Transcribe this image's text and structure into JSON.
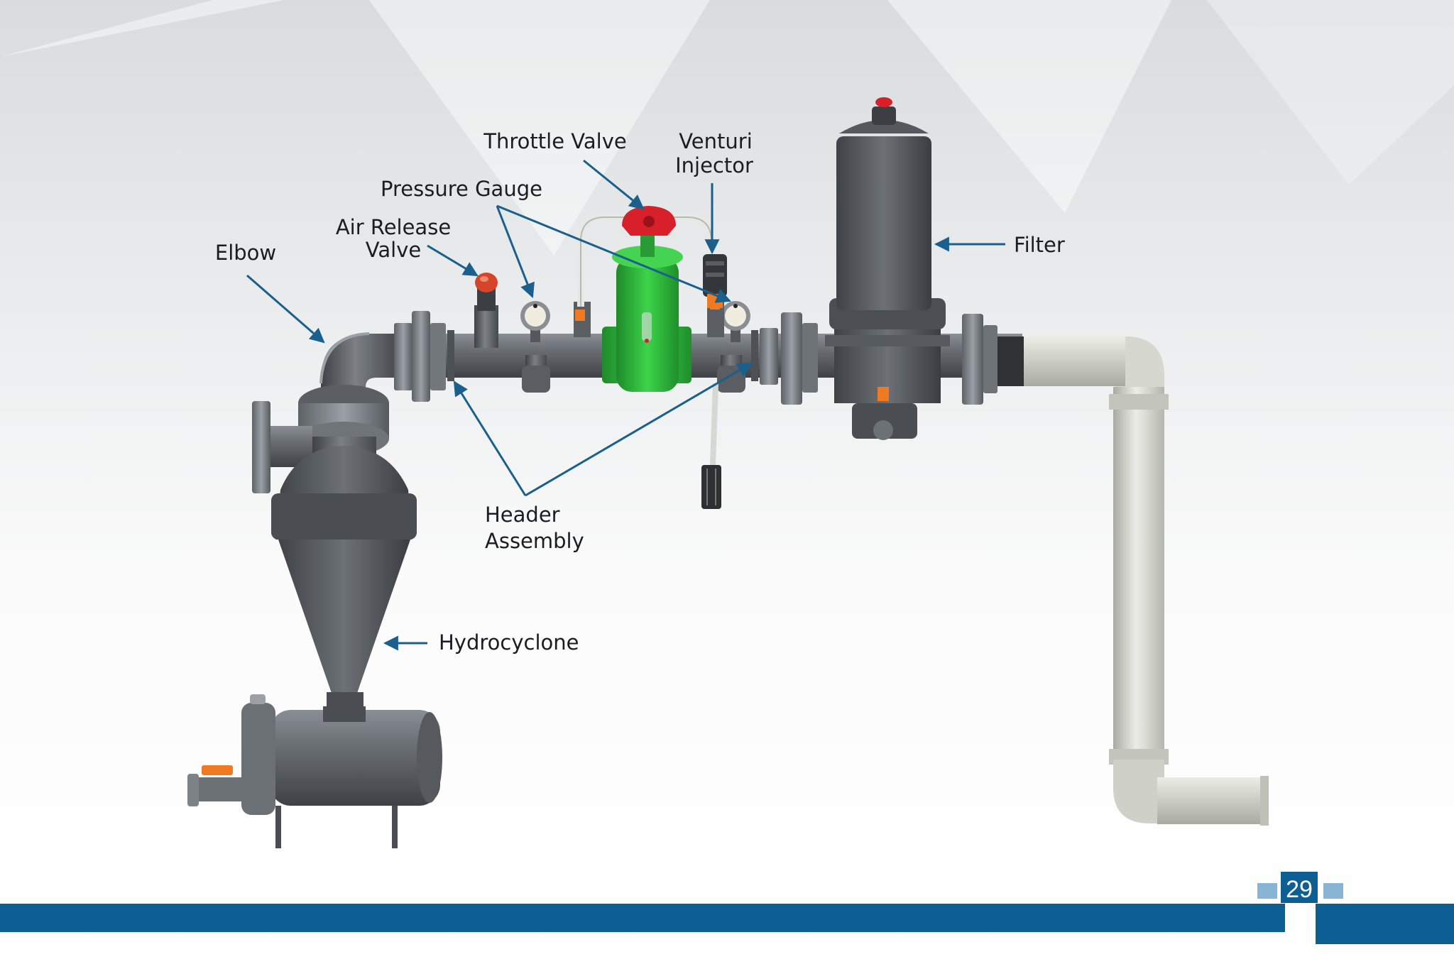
{
  "labels": {
    "throttle_valve": "Throttle Valve",
    "venturi_line1": "Venturi",
    "venturi_line2": "Injector",
    "pressure_gauge": "Pressure Gauge",
    "air_release_line1": "Air Release",
    "air_release_line2": "Valve",
    "elbow": "Elbow",
    "filter": "Filter",
    "header_line1": "Header",
    "header_line2": "Assembly",
    "hydrocyclone": "Hydrocyclone"
  },
  "page_number": "29",
  "colors": {
    "arrow": "#1b5f8c",
    "footer_bar": "#0d5e93",
    "pipe_gray": "#5d6166",
    "pvc_white": "#dcddd5",
    "valve_green": "#2fb53b",
    "handle_red": "#d8202a",
    "lever_orange": "#f07a22"
  }
}
